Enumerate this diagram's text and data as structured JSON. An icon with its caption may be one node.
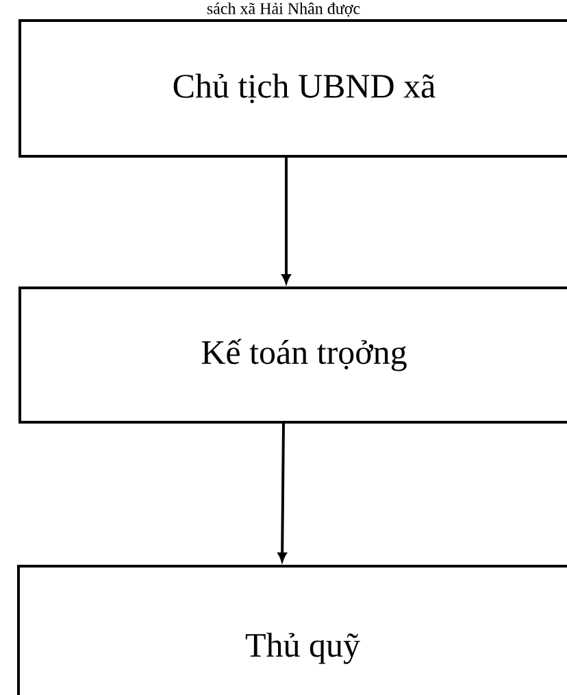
{
  "diagram": {
    "nodes": [
      {
        "text": [
          "Chủ tịch UBND xã"
        ]
      },
      {
        "text": [
          "Kế toán trọởng"
        ]
      },
      {
        "text": [
          "Thủ quỹ"
        ]
      }
    ],
    "edges": [
      {
        "from": 0,
        "to": 1,
        "arrow": "to"
      },
      {
        "from": 1,
        "to": 2,
        "arrow": "to"
      }
    ],
    "labels": [
      "sách xã Hải Nhân được"
    ]
  }
}
